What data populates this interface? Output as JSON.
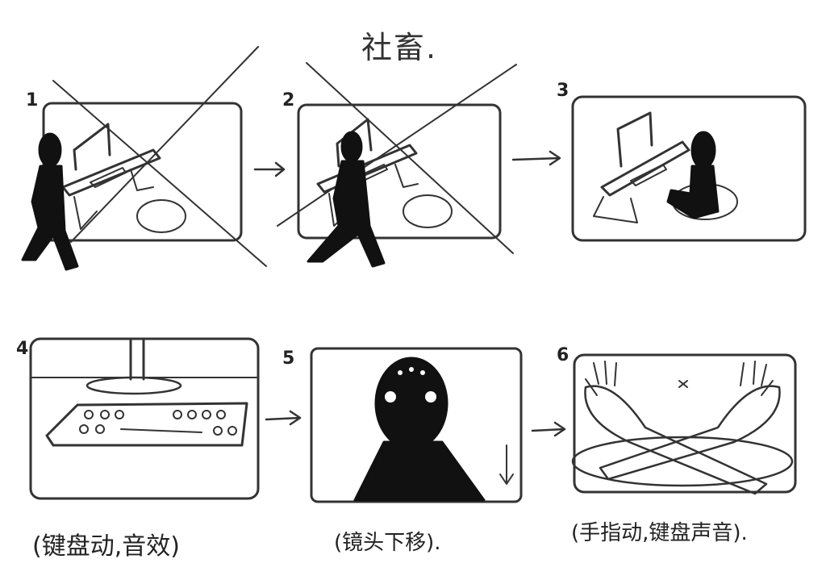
{
  "title": "社畜.",
  "panels": [
    {
      "number": "1"
    },
    {
      "number": "2"
    },
    {
      "number": "3"
    },
    {
      "number": "4",
      "caption": "(键盘动,音效)"
    },
    {
      "number": "5",
      "caption": "(镜头下移)."
    },
    {
      "number": "6",
      "caption": "(手指动,键盘声音)."
    }
  ],
  "arrows": [
    "→",
    "→",
    "→",
    "→"
  ],
  "colors": {
    "ink": "#222222",
    "paper": "#ffffff"
  }
}
